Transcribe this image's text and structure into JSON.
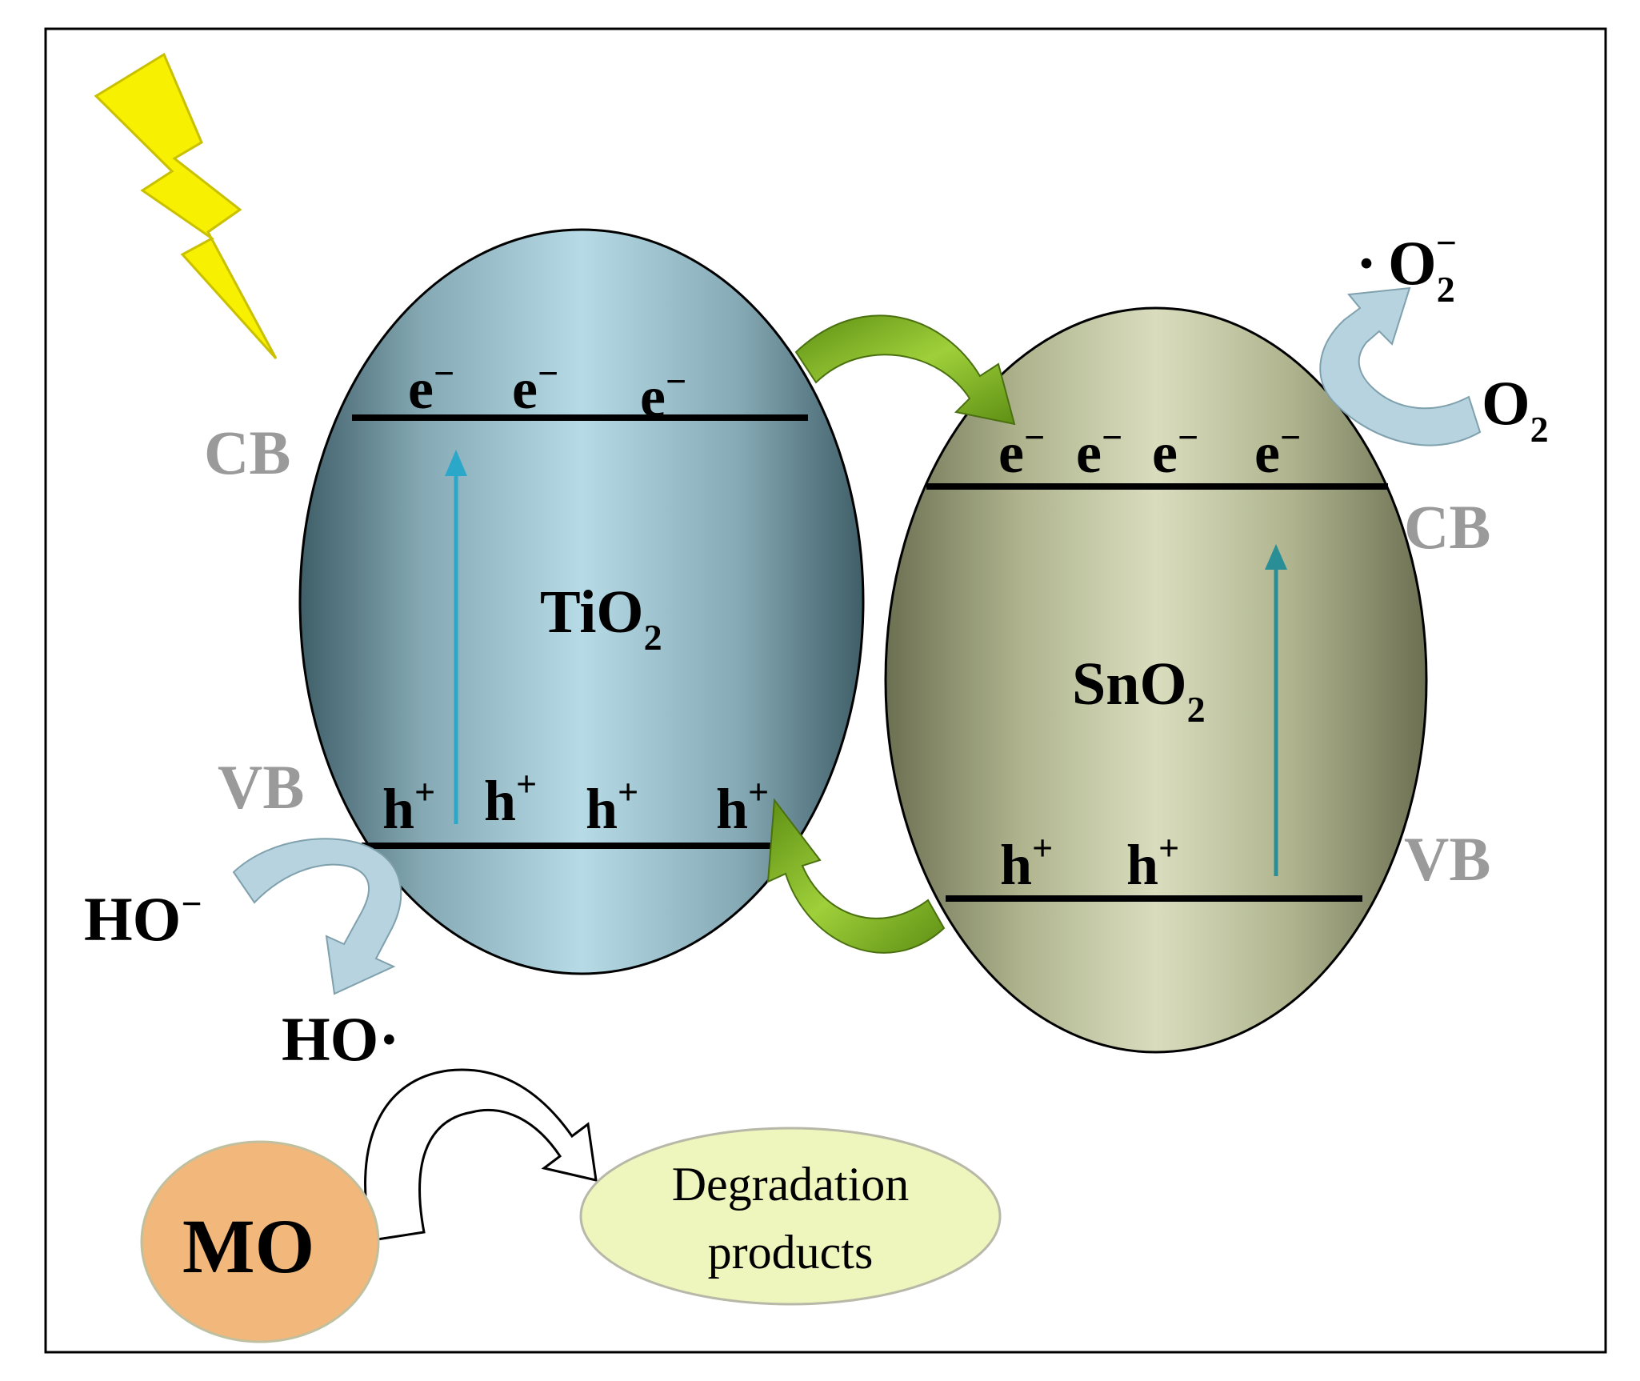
{
  "tio2": {
    "name": "TiO",
    "name_sub": "2",
    "cb_label": "CB",
    "vb_label": "VB",
    "electrons": [
      "e",
      "e",
      "e"
    ],
    "electron_charge": "−",
    "holes": [
      "h",
      "h",
      "h",
      "h"
    ],
    "hole_charge": "+"
  },
  "sno2": {
    "name": "SnO",
    "name_sub": "2",
    "cb_label": "CB",
    "vb_label": "VB",
    "electrons": [
      "e",
      "e",
      "e",
      "e"
    ],
    "electron_charge": "−",
    "holes": [
      "h",
      "h"
    ],
    "hole_charge": "+"
  },
  "reactions": {
    "hydroxide": "HO",
    "hydroxide_charge": "−",
    "hydroxyl_radical": "HO·",
    "oxygen": "O",
    "oxygen_sub": "2",
    "superoxide_dot": "·",
    "superoxide": "O",
    "superoxide_sub": "2",
    "superoxide_charge": "−"
  },
  "pollutant": {
    "name": "MO",
    "product_line1": "Degradation",
    "product_line2": "products"
  },
  "colors": {
    "tio2_fill": "#a9cdd8",
    "sno2_fill": "#c9cfaa",
    "transfer_arrow": "#8bbb2a",
    "reaction_arrow": "#b7d3df",
    "lightning": "#f7f000",
    "mo_fill": "#f2b77a",
    "product_fill": "#eef5bd",
    "excitation_arrow": "#2aa7c9"
  }
}
